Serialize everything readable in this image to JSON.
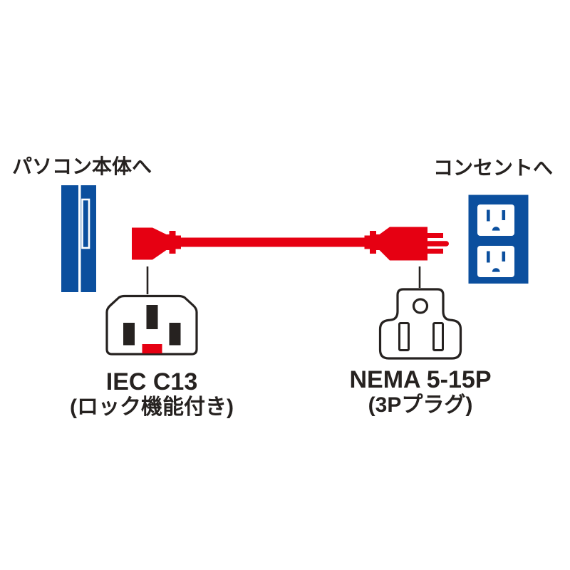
{
  "diagram": {
    "description": "Power cord connection diagram: red locking cable from PC body (IEC C13) to wall outlet (NEMA 5-15P)",
    "pc_side": {
      "label": "パソコン本体へ",
      "icon": "pc-power-inlet-icon"
    },
    "outlet_side": {
      "label": "コンセントへ",
      "icon": "wall-outlet-icon"
    },
    "cable": {
      "icon": "power-cord-icon",
      "color": "#E60012"
    },
    "left_connector": {
      "name": "IEC C13",
      "note": "(ロック機能付き)",
      "icon": "iec-c13-face-icon"
    },
    "right_connector": {
      "name": "NEMA 5-15P",
      "note": "(3Pプラグ)",
      "icon": "nema-5-15p-face-icon"
    }
  },
  "colors": {
    "cable_red": "#E60012",
    "device_blue": "#0B4F9E",
    "ink_black": "#262220",
    "background": "#FFFFFF"
  }
}
